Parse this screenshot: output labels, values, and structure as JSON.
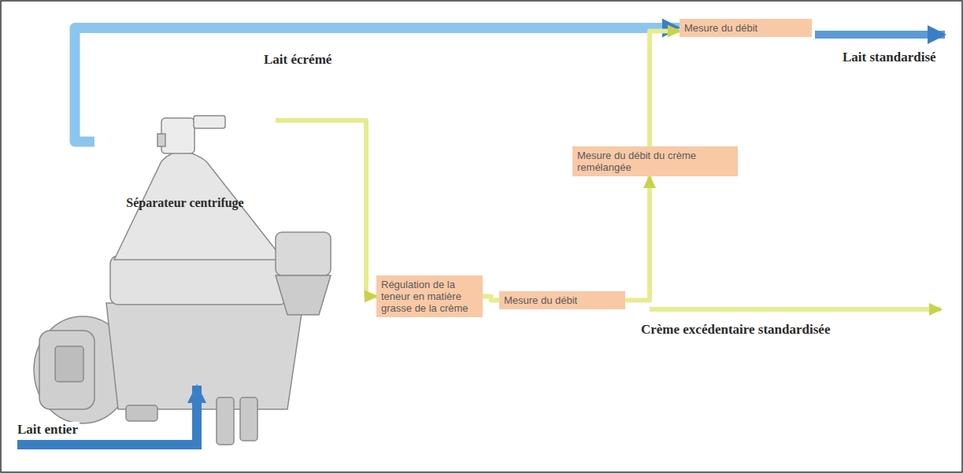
{
  "diagram": {
    "nodes": [
      {
        "text": [
          "Séparateur centrifuge"
        ]
      },
      {
        "text": [
          "Régulation de la teneur en matière grasse de la crème"
        ]
      },
      {
        "text": [
          "Mesure du débit"
        ]
      },
      {
        "text": [
          "Mesure du débit du crème remélangée"
        ]
      },
      {
        "text": [
          "Mesure du débit"
        ]
      }
    ],
    "edges": [
      {
        "from": 0,
        "to": 4,
        "arrow": "to"
      },
      {
        "from": 0,
        "to": 1,
        "arrow": "to"
      },
      {
        "from": 1,
        "to": 2,
        "arrow": "none"
      },
      {
        "from": 2,
        "to": 3,
        "arrow": "to"
      },
      {
        "from": 3,
        "to": 4,
        "arrow": "to"
      }
    ],
    "labels": [
      "Lait écrémé",
      "Lait standardisé",
      "Crème excédentaire standardisée",
      "Lait entier"
    ]
  }
}
